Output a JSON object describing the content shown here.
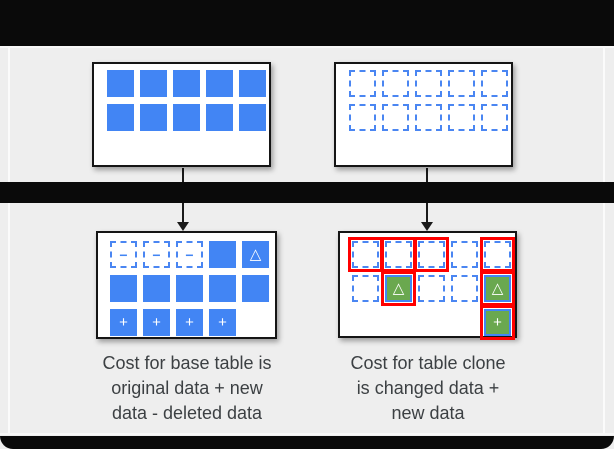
{
  "colors": {
    "background": "#EEEEEE",
    "bar_black": "#0A0A0A",
    "blue": "#4285F4",
    "green": "#6AA84F",
    "red_highlight": "#FF0000",
    "box_border": "#151515",
    "caption_text": "#3C4043"
  },
  "symbols": {
    "minus": "−",
    "triangle": "△",
    "plus": "+"
  },
  "tables": {
    "base_before": {
      "rows": [
        [
          {
            "type": "solid"
          },
          {
            "type": "solid"
          },
          {
            "type": "solid"
          },
          {
            "type": "solid"
          },
          {
            "type": "solid"
          }
        ],
        [
          {
            "type": "solid"
          },
          {
            "type": "solid"
          },
          {
            "type": "solid"
          },
          {
            "type": "solid"
          },
          {
            "type": "solid"
          }
        ]
      ]
    },
    "clone_before": {
      "rows": [
        [
          {
            "type": "dashed"
          },
          {
            "type": "dashed"
          },
          {
            "type": "dashed"
          },
          {
            "type": "dashed"
          },
          {
            "type": "dashed"
          }
        ],
        [
          {
            "type": "dashed"
          },
          {
            "type": "dashed"
          },
          {
            "type": "dashed"
          },
          {
            "type": "dashed"
          },
          {
            "type": "dashed"
          }
        ]
      ]
    },
    "base_after": {
      "rows": [
        [
          {
            "type": "dashed",
            "symbol": "−"
          },
          {
            "type": "dashed",
            "symbol": "−"
          },
          {
            "type": "dashed",
            "symbol": "−"
          },
          {
            "type": "solid"
          },
          {
            "type": "solid",
            "symbol": "△"
          }
        ],
        [
          {
            "type": "solid"
          },
          {
            "type": "solid"
          },
          {
            "type": "solid"
          },
          {
            "type": "solid"
          },
          {
            "type": "solid"
          }
        ],
        [
          {
            "type": "solid",
            "symbol": "+"
          },
          {
            "type": "solid",
            "symbol": "+"
          },
          {
            "type": "solid",
            "symbol": "+"
          },
          {
            "type": "solid",
            "symbol": "+"
          }
        ]
      ]
    },
    "clone_after": {
      "rows": [
        [
          {
            "type": "dashed",
            "red": true
          },
          {
            "type": "dashed",
            "red": true
          },
          {
            "type": "dashed",
            "red": true
          },
          {
            "type": "dashed"
          },
          {
            "type": "dashed",
            "red": true
          }
        ],
        [
          {
            "type": "dashed"
          },
          {
            "type": "green",
            "symbol": "△",
            "red": true
          },
          {
            "type": "dashed"
          },
          {
            "type": "dashed"
          },
          {
            "type": "green",
            "symbol": "△",
            "red": true
          }
        ],
        [
          {
            "type": "empty"
          },
          {
            "type": "empty"
          },
          {
            "type": "empty"
          },
          {
            "type": "empty"
          },
          {
            "type": "green",
            "symbol": "+",
            "red": true
          }
        ]
      ]
    }
  },
  "captions": {
    "left": {
      "lines": [
        "Cost for base table is",
        "original data + new",
        "data - deleted data"
      ]
    },
    "right": {
      "lines": [
        "Cost for table clone",
        "is changed data +",
        "new data"
      ]
    }
  }
}
